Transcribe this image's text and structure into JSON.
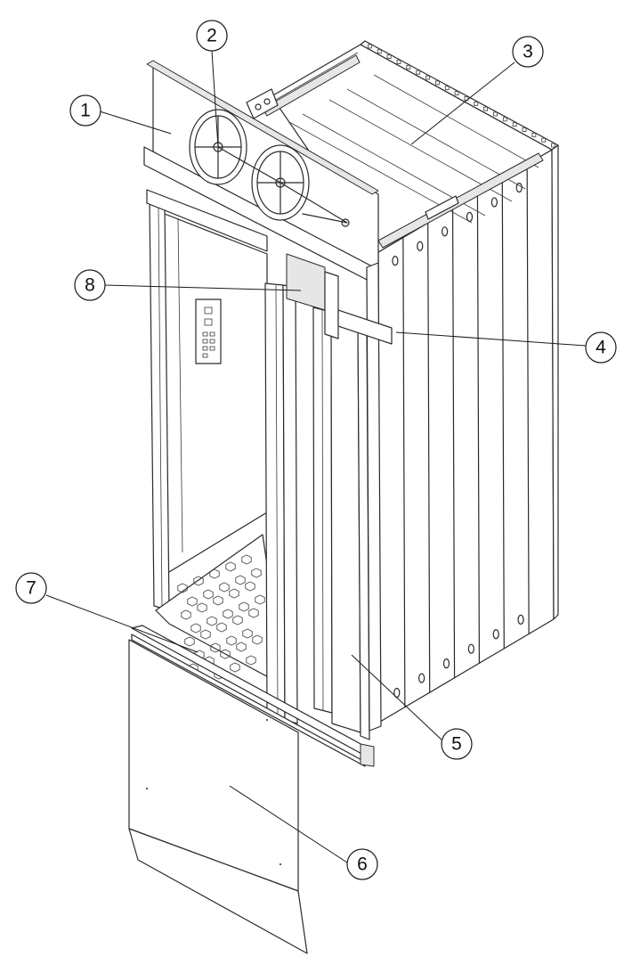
{
  "callouts": [
    {
      "id": "1",
      "label": "1"
    },
    {
      "id": "2",
      "label": "2"
    },
    {
      "id": "3",
      "label": "3"
    },
    {
      "id": "4",
      "label": "4"
    },
    {
      "id": "5",
      "label": "5"
    },
    {
      "id": "6",
      "label": "6"
    },
    {
      "id": "7",
      "label": "7"
    },
    {
      "id": "8",
      "label": "8"
    }
  ],
  "colors": {
    "line": "#2a2a2a",
    "background": "#ffffff"
  }
}
